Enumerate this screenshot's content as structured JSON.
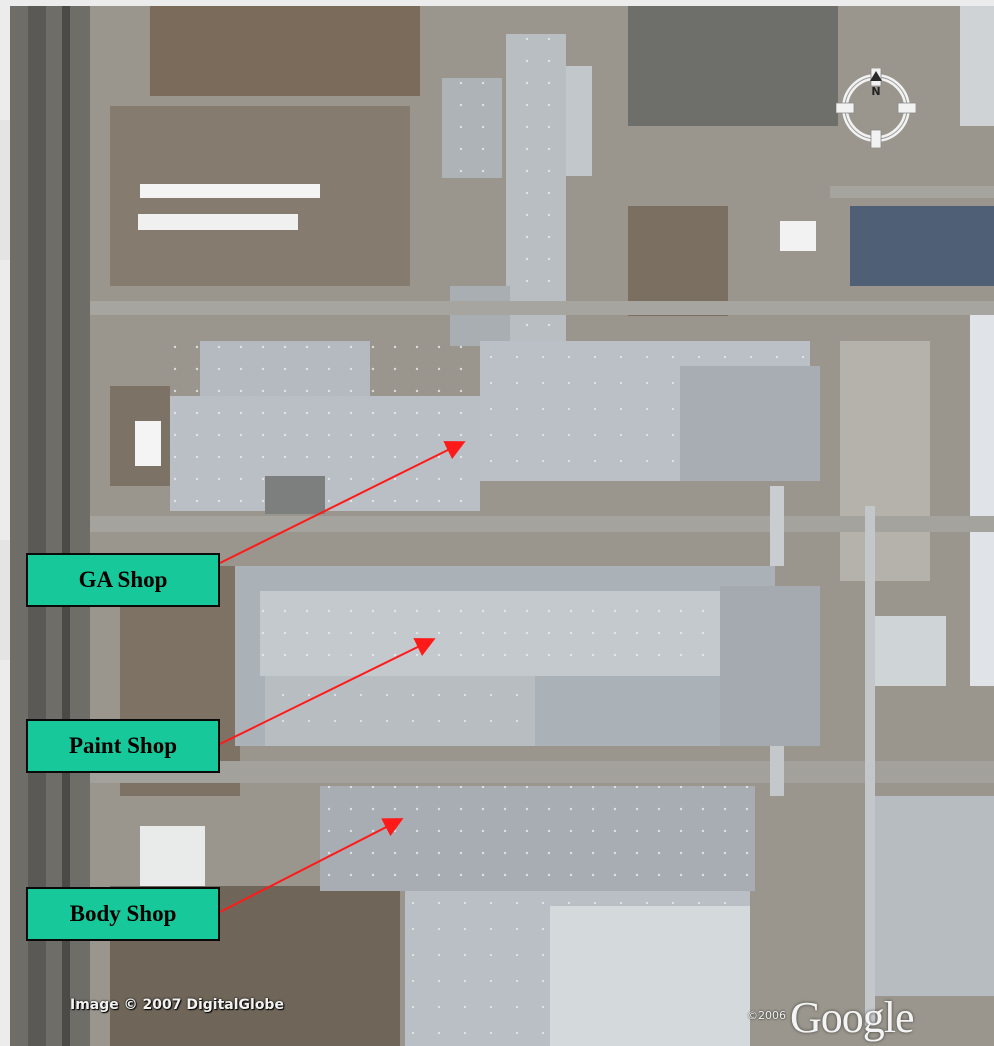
{
  "labels": {
    "ga_shop": "GA Shop",
    "paint_shop": "Paint Shop",
    "body_shop": "Body Shop"
  },
  "attribution": {
    "imagery": "Image © 2007 DigitalGlobe",
    "year": "©2006",
    "logo": "Google"
  },
  "compass": {
    "north_letter": "N"
  },
  "colors": {
    "label_fill": "#17c99a",
    "arrow": "#ff1a1a",
    "roof": "#b9c0c6",
    "ground": "#8f8b82"
  }
}
